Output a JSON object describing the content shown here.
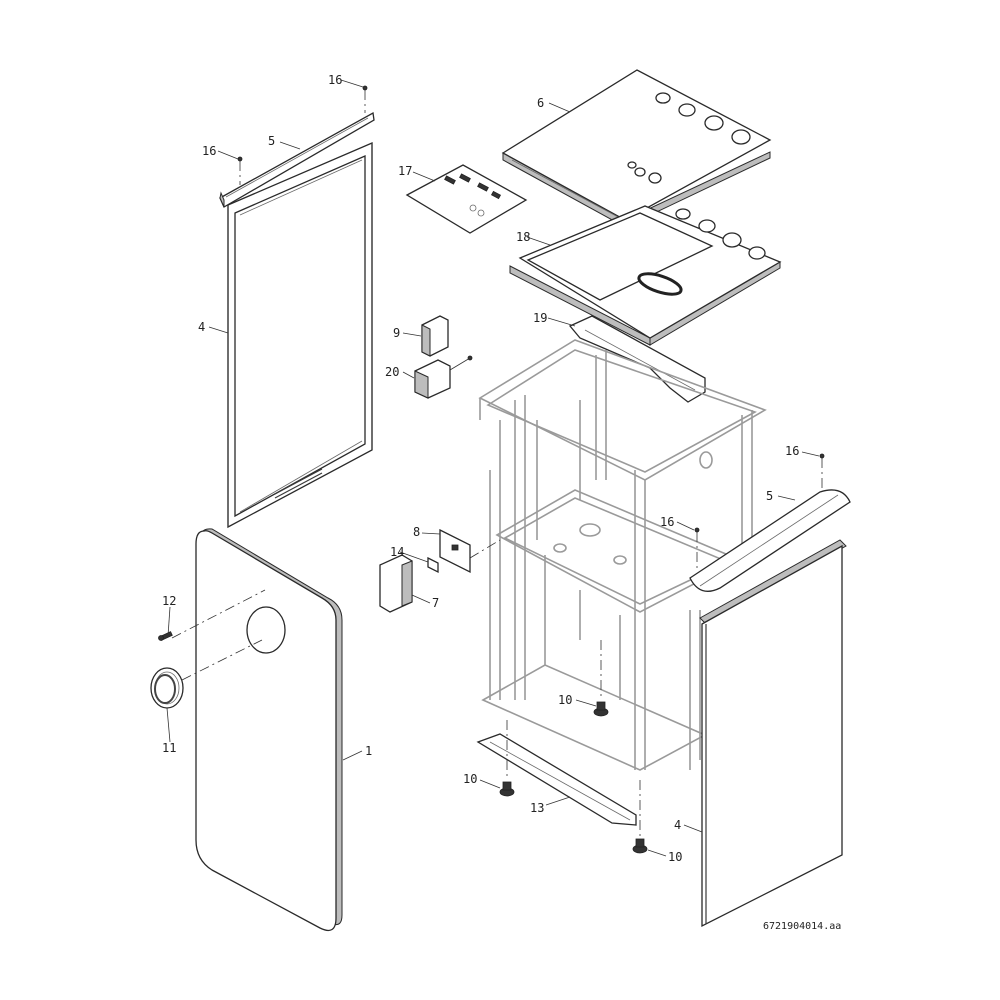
{
  "drawing": {
    "reference": "6721904014.aa",
    "callouts": [
      {
        "id": "c1",
        "text": "1"
      },
      {
        "id": "c4a",
        "text": "4"
      },
      {
        "id": "c4b",
        "text": "4"
      },
      {
        "id": "c5a",
        "text": "5"
      },
      {
        "id": "c5b",
        "text": "5"
      },
      {
        "id": "c6",
        "text": "6"
      },
      {
        "id": "c7",
        "text": "7"
      },
      {
        "id": "c8",
        "text": "8"
      },
      {
        "id": "c9",
        "text": "9"
      },
      {
        "id": "c10a",
        "text": "10"
      },
      {
        "id": "c10b",
        "text": "10"
      },
      {
        "id": "c10c",
        "text": "10"
      },
      {
        "id": "c11",
        "text": "11"
      },
      {
        "id": "c12",
        "text": "12"
      },
      {
        "id": "c13",
        "text": "13"
      },
      {
        "id": "c14",
        "text": "14"
      },
      {
        "id": "c16a",
        "text": "16"
      },
      {
        "id": "c16b",
        "text": "16"
      },
      {
        "id": "c16c",
        "text": "16"
      },
      {
        "id": "c16d",
        "text": "16"
      },
      {
        "id": "c17",
        "text": "17"
      },
      {
        "id": "c18",
        "text": "18"
      },
      {
        "id": "c19",
        "text": "19"
      },
      {
        "id": "c20",
        "text": "20"
      }
    ]
  }
}
